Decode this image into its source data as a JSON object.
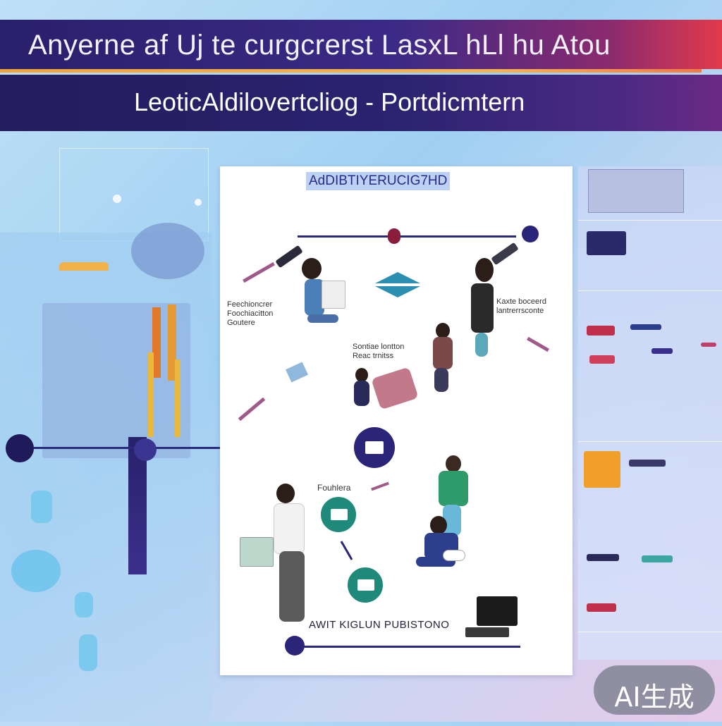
{
  "header": {
    "title": "Anyerne af Uj te curgcrerst LasxL hLl hu Atou",
    "subtitle": "LeoticAldilovertcliog - Portdicmtern"
  },
  "document": {
    "heading": "AdDIBTIYERUCIG7HD",
    "labels": {
      "left_caption": "Feechioncrer\nFoochiacitton\nGoutere",
      "right_caption": "Kaxte boceerd\nlantrerrsconte",
      "center_caption": "Sontiae lontton\nReac trnitss",
      "lower_caption": "Fouhlera"
    },
    "footer": "AWIT  KIGLUN  PUBISTONO"
  },
  "badge": {
    "label": "AI生成"
  },
  "colors": {
    "header_band": "#2a1f6b",
    "accent_orange": "#f0a33a",
    "accent_red": "#e23a4a",
    "line_navy": "#2a2a7c",
    "teal": "#1f8a7a"
  }
}
